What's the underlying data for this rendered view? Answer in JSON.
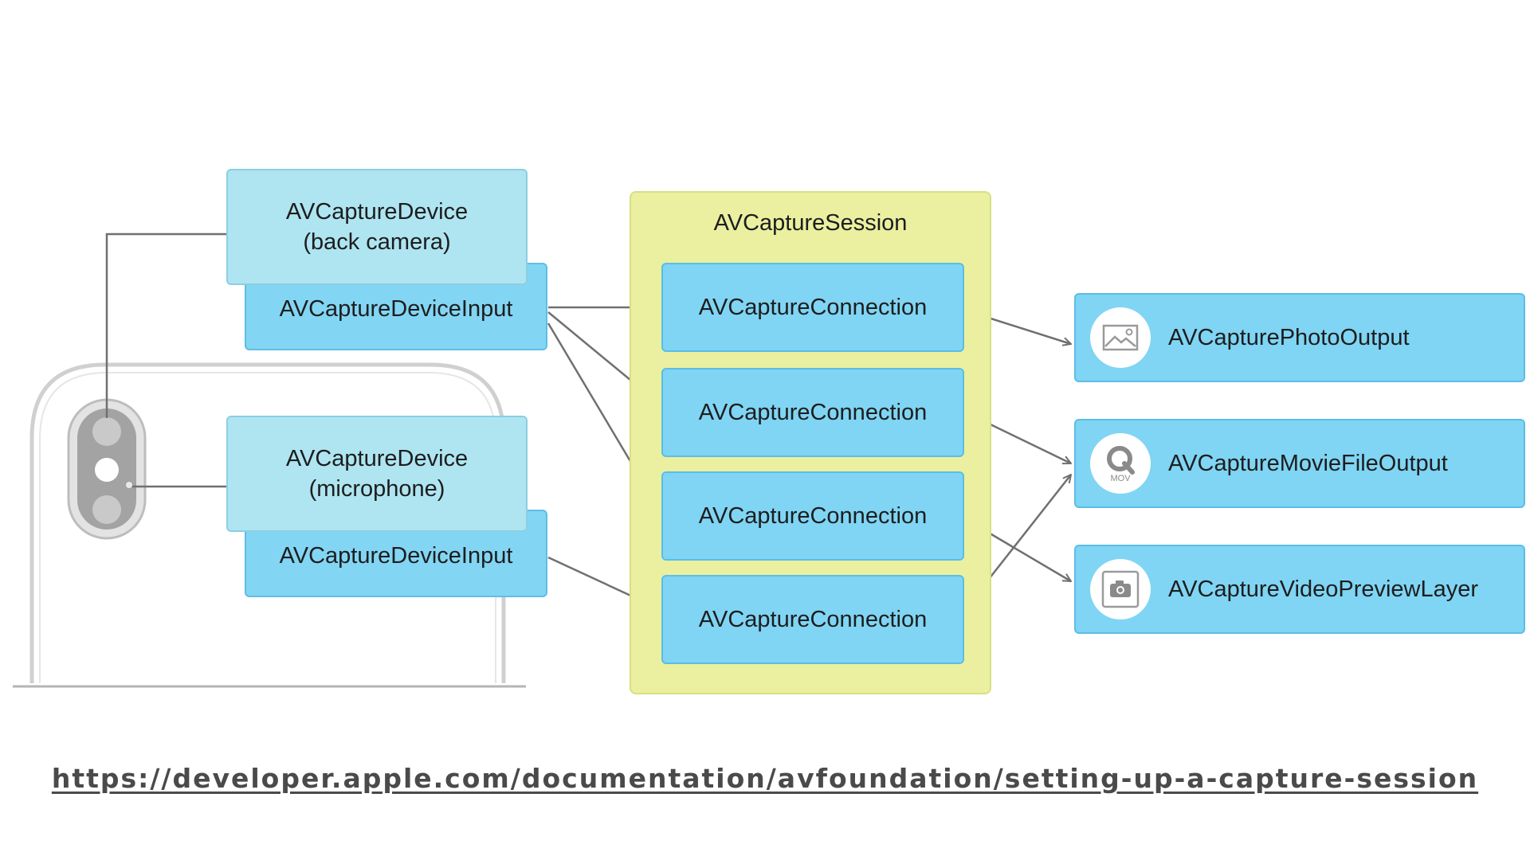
{
  "devices": {
    "camera": {
      "line1": "AVCaptureDevice",
      "line2": "(back camera)"
    },
    "microphone": {
      "line1": "AVCaptureDevice",
      "line2": "(microphone)"
    }
  },
  "inputs": [
    "AVCaptureDeviceInput",
    "AVCaptureDeviceInput"
  ],
  "session": {
    "title": "AVCaptureSession",
    "connections": [
      "AVCaptureConnection",
      "AVCaptureConnection",
      "AVCaptureConnection",
      "AVCaptureConnection"
    ]
  },
  "outputs": [
    {
      "label": "AVCapturePhotoOutput",
      "icon": "photo-icon"
    },
    {
      "label": "AVCaptureMovieFileOutput",
      "icon": "quicktime-mov-icon",
      "icon_caption": "MOV"
    },
    {
      "label": "AVCaptureVideoPreviewLayer",
      "icon": "camera-icon"
    }
  ],
  "footer": {
    "url": "https://developer.apple.com/documentation/avfoundation/setting-up-a-capture-session"
  },
  "colors": {
    "device_fill": "#aee5f0",
    "input_fill": "#82d6f3",
    "connection_fill": "#7fd5f3",
    "session_fill": "#eaf09f",
    "arrow": "#707070"
  }
}
